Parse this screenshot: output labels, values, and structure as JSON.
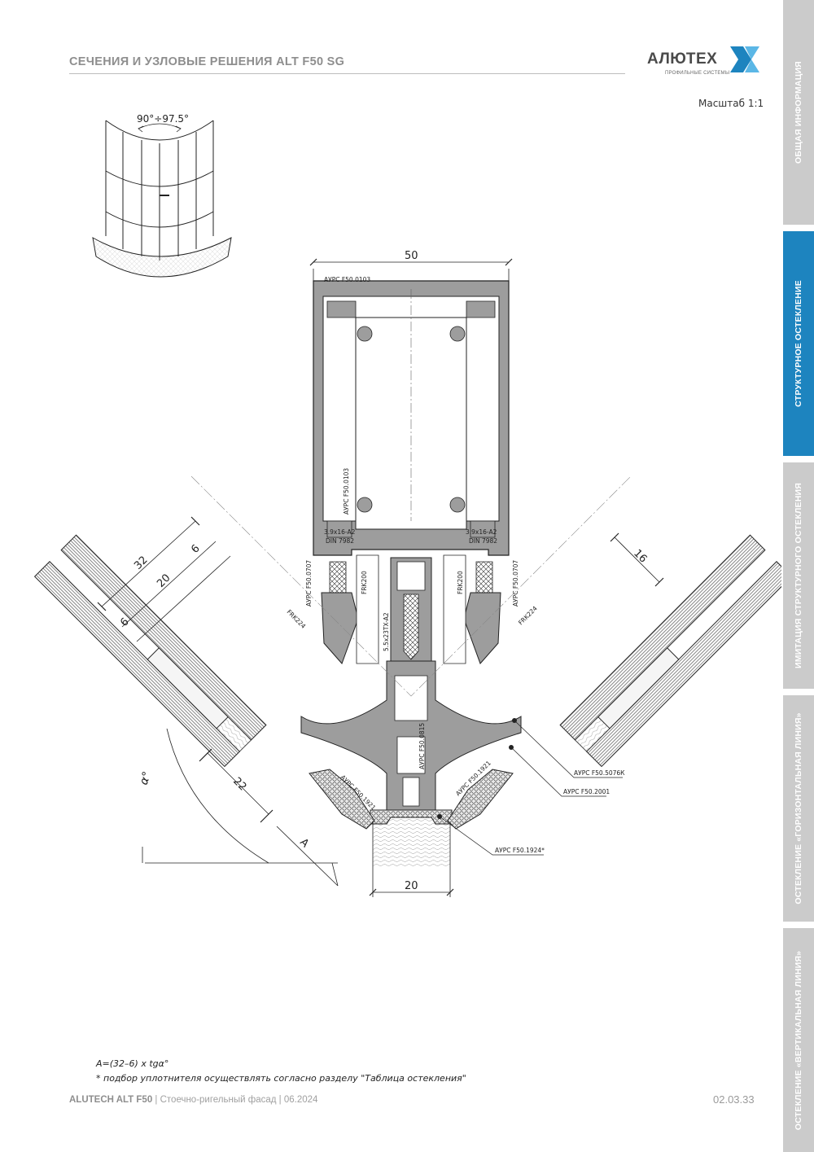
{
  "header": {
    "title": "СЕЧЕНИЯ И УЗЛОВЫЕ РЕШЕНИЯ ALT F50 SG"
  },
  "logo": {
    "name": "АЛЮТЕХ",
    "tagline": "ПРОФИЛЬНЫЕ СИСТЕМЫ",
    "colors": {
      "blue": "#1d84bf",
      "light": "#5bb7e6"
    }
  },
  "scale": "Масштаб 1:1",
  "sidebar": {
    "tabs": [
      {
        "label": "ОБЩАЯ ИНФОРМАЦИЯ",
        "active": false
      },
      {
        "label": "СТРУКТУРНОЕ ОСТЕКЛЕНИЕ",
        "active": true
      },
      {
        "label": "ИМИТАЦИЯ СТРУКТУРНОГО ОСТЕКЛЕНИЯ",
        "active": false
      },
      {
        "label": "ОСТЕКЛЕНИЕ «ГОРИЗОНТАЛЬНАЯ ЛИНИЯ»",
        "active": false
      },
      {
        "label": "ОСТЕКЛЕНИЕ «ВЕРТИКАЛЬНАЯ ЛИНИЯ»",
        "active": false
      }
    ],
    "active_color": "#1d84bf",
    "inactive_color": "#cbcbcb"
  },
  "drawing": {
    "angle_range": "90°÷97.5°",
    "dims": {
      "top_width": "50",
      "bottom_width": "20",
      "d32": "32",
      "d20": "20",
      "d6_top": "6",
      "d6_left": "6",
      "d16": "16",
      "d22": "22",
      "dA": "A",
      "alpha": "α°"
    },
    "labels": {
      "profile_top": "АУРС F50.0103",
      "profile_vertical": "АУРС F50.0103",
      "screw_left": "3.9x16-A2",
      "din_left": "DIN 7982",
      "screw_right": "3.9x16-A2",
      "din_right": "DIN 7982",
      "seal_left": "АУРС F50.0707",
      "seal_right": "АУРС F50.0707",
      "frk200_left": "FRK200",
      "frk200_right": "FRK200",
      "frk224_left": "FRK224",
      "frk224_right": "FRK224",
      "screw_center": "5.5x23TX-A2",
      "insert": "АУРС F50.0815",
      "gasket_left": "АУРС F50.1921",
      "gasket_right": "АУРС F50.1921",
      "callout_1": "АУРС F50.5076К",
      "callout_2": "АУРС F50.2001",
      "callout_3": "АУРС F50.1924*"
    }
  },
  "notes": {
    "formula": "А=(32–6) x tgα°",
    "footnote": "* подбор уплотнителя осуществлять согласно разделу \"Таблица остекления\""
  },
  "footer": {
    "brand": "ALUTECH ALT F50",
    "rest": " | Стоечно-ригельный фасад | 06.2024",
    "page": "02.03.33"
  }
}
